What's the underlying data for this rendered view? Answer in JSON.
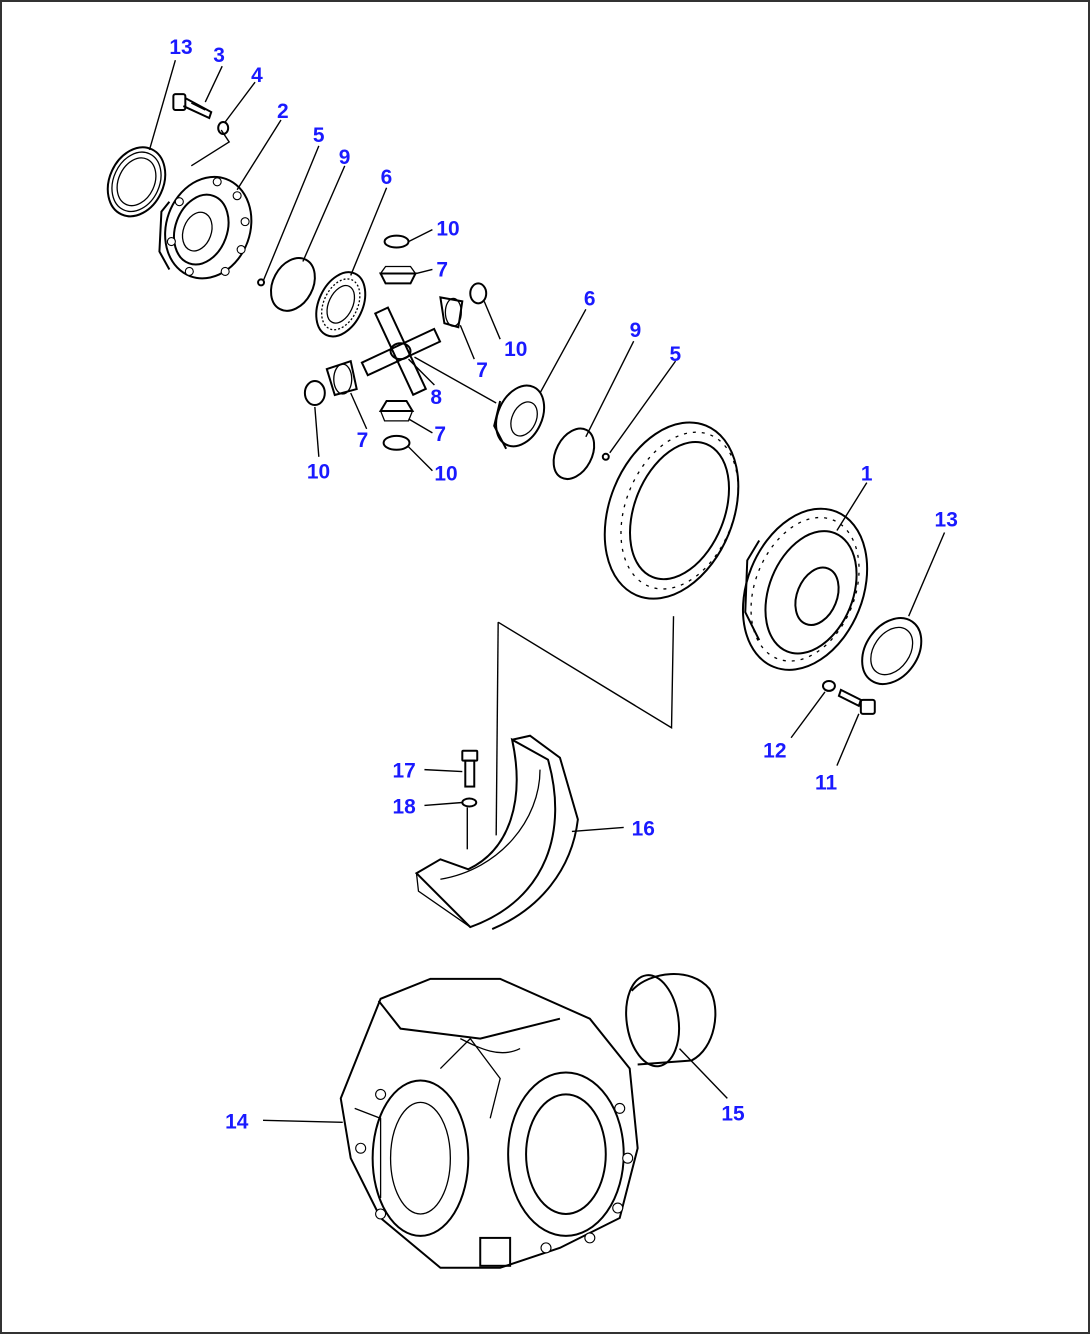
{
  "callouts": [
    {
      "id": "c13a",
      "text": "13"
    },
    {
      "id": "c3",
      "text": "3"
    },
    {
      "id": "c4",
      "text": "4"
    },
    {
      "id": "c2",
      "text": "2"
    },
    {
      "id": "c5a",
      "text": "5"
    },
    {
      "id": "c9a",
      "text": "9"
    },
    {
      "id": "c6a",
      "text": "6"
    },
    {
      "id": "c10a",
      "text": "10"
    },
    {
      "id": "c7a",
      "text": "7"
    },
    {
      "id": "c10b",
      "text": "10"
    },
    {
      "id": "c6b",
      "text": "6"
    },
    {
      "id": "c9b",
      "text": "9"
    },
    {
      "id": "c5b",
      "text": "5"
    },
    {
      "id": "c7b",
      "text": "7"
    },
    {
      "id": "c8",
      "text": "8"
    },
    {
      "id": "c7c",
      "text": "7"
    },
    {
      "id": "c7d",
      "text": "7"
    },
    {
      "id": "c10c",
      "text": "10"
    },
    {
      "id": "c10d",
      "text": "10"
    },
    {
      "id": "c1",
      "text": "1"
    },
    {
      "id": "c13b",
      "text": "13"
    },
    {
      "id": "c12",
      "text": "12"
    },
    {
      "id": "c11",
      "text": "11"
    },
    {
      "id": "c17",
      "text": "17"
    },
    {
      "id": "c18",
      "text": "18"
    },
    {
      "id": "c16",
      "text": "16"
    },
    {
      "id": "c14",
      "text": "14"
    },
    {
      "id": "c15",
      "text": "15"
    }
  ],
  "colors": {
    "callout": "#1a1aff",
    "line": "#000000",
    "frame": "#333333"
  }
}
